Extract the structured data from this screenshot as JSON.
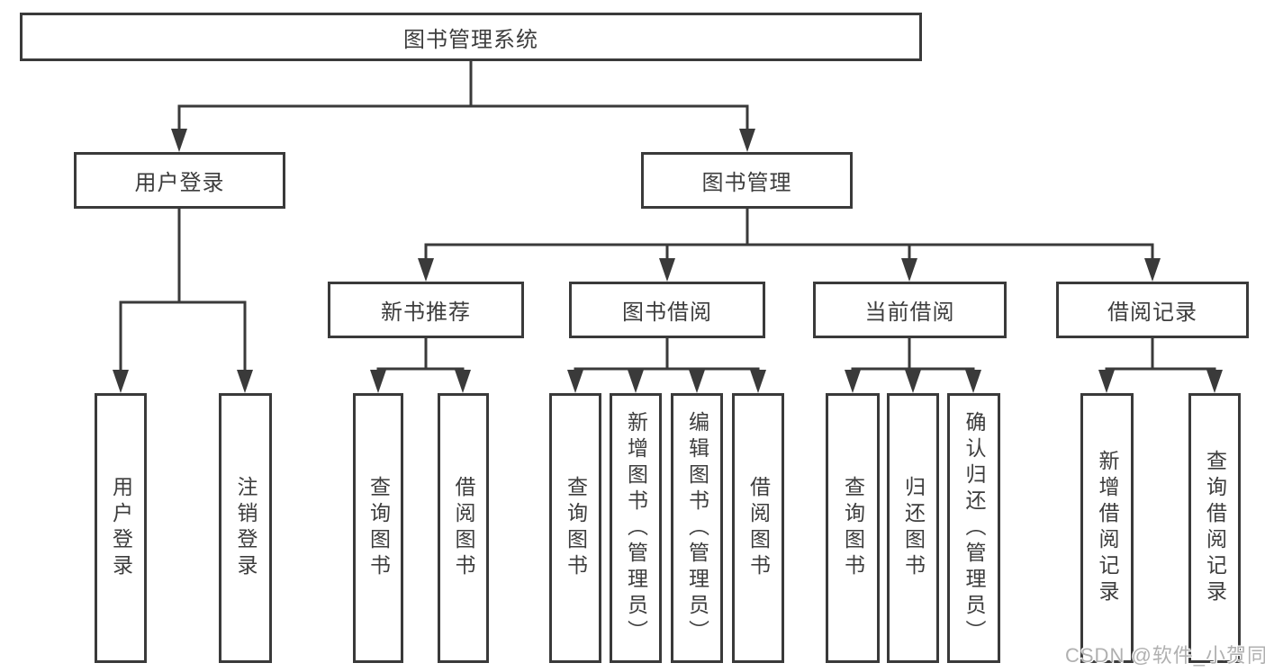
{
  "diagram": {
    "root": {
      "label": "图书管理系统"
    },
    "level2": [
      {
        "label": "用户登录"
      },
      {
        "label": "图书管理"
      }
    ],
    "level3": [
      {
        "label": "新书推荐"
      },
      {
        "label": "图书借阅"
      },
      {
        "label": "当前借阅"
      },
      {
        "label": "借阅记录"
      }
    ],
    "leaves": {
      "user_login": [
        "用户登录",
        "注销登录"
      ],
      "new_book": [
        "查询图书",
        "借阅图书"
      ],
      "book_borrow": [
        "查询图书",
        "新增图书（管理员）",
        "编辑图书（管理员）",
        "借阅图书"
      ],
      "current_borrow": [
        "查询图书",
        "归还图书",
        "确认归还（管理员）"
      ],
      "borrow_record": [
        "新增借阅记录",
        "查询借阅记录"
      ]
    },
    "colors": {
      "line": "#3a3a3a",
      "text": "#3d3d3d",
      "background": "#ffffff",
      "watermark": "#b0b0b0"
    }
  },
  "watermark": {
    "text": "CSDN @软件_小贺同学"
  }
}
